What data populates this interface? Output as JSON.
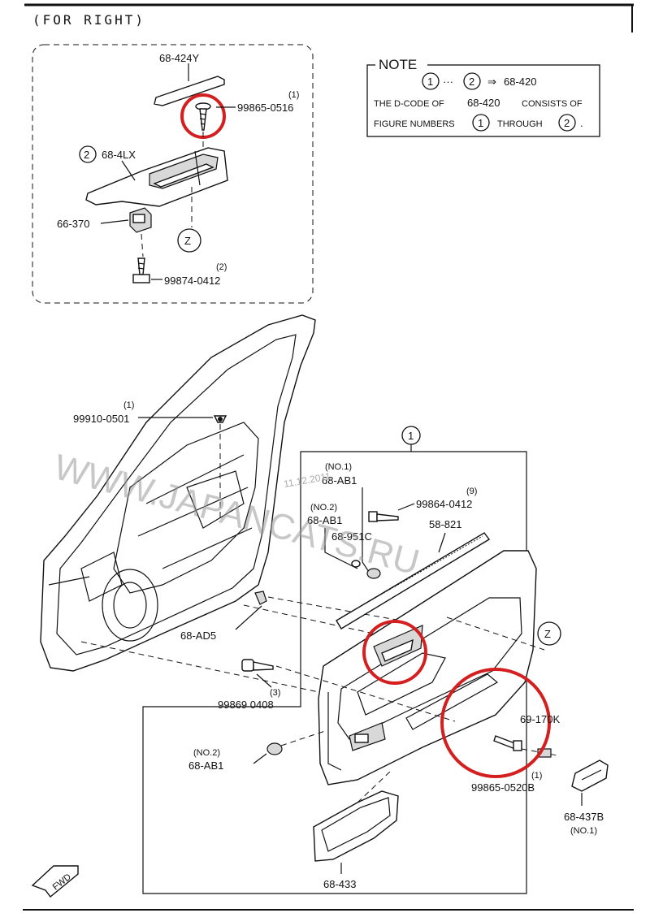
{
  "header": {
    "title": "(FOR RIGHT)"
  },
  "note": {
    "heading": "NOTE",
    "line1_from": "1",
    "line1_dots": "···",
    "line1_to": "2",
    "line1_arrow": "⇒",
    "line1_code": "68-420",
    "line2_a": "THE D-CODE OF",
    "line2_code": "68-420",
    "line2_b": "CONSISTS OF",
    "line3_a": "FIGURE NUMBERS",
    "line3_n1": "1",
    "line3_b": "THROUGH",
    "line3_n2": "2",
    "line3_end": "."
  },
  "inset": {
    "parts": {
      "p_68_424Y": "68-424Y",
      "p_99865_0516": "99865-0516",
      "p_99865_0516_qty": "(1)",
      "p_68_4LX_fig": "2",
      "p_68_4LX": "68-4LX",
      "p_66_370": "66-370",
      "p_99874_0412": "99874-0412",
      "p_99874_0412_qty": "(2)",
      "ref_z": "Z"
    }
  },
  "main": {
    "parts": {
      "fig1": "1",
      "p_99910_0501_qty": "(1)",
      "p_99910_0501": "99910-0501",
      "p_68_AB1_no1_note": "(NO.1)",
      "p_68_AB1_no1": "68-AB1",
      "p_68_AB1_no2_note": "(NO.2)",
      "p_68_AB1_no2": "68-AB1",
      "p_99864_0412_qty": "(9)",
      "p_99864_0412": "99864-0412",
      "p_58_821": "58-821",
      "p_68_951C": "68-951C",
      "p_68_AD5": "68-AD5",
      "ref_z": "Z",
      "p_99869_0408_qty": "(3)",
      "p_99869_0408": "99869 0408",
      "p_69_170K": "69-170K",
      "p_99865_0520B_qty": "(1)",
      "p_99865_0520B": "99865-0520B",
      "p_68_AB1_b_note": "(NO.2)",
      "p_68_AB1_b": "68-AB1",
      "p_68_437B": "68-437B",
      "p_68_437B_note": "(NO.1)",
      "p_68_433": "68-433",
      "fwd": "FWD"
    }
  },
  "watermark": {
    "text": "WWW.JAPANCATS.RU",
    "date": "11.12.2011"
  },
  "colors": {
    "highlight": "#d31f1f",
    "ink": "#111111",
    "paper": "#ffffff"
  }
}
